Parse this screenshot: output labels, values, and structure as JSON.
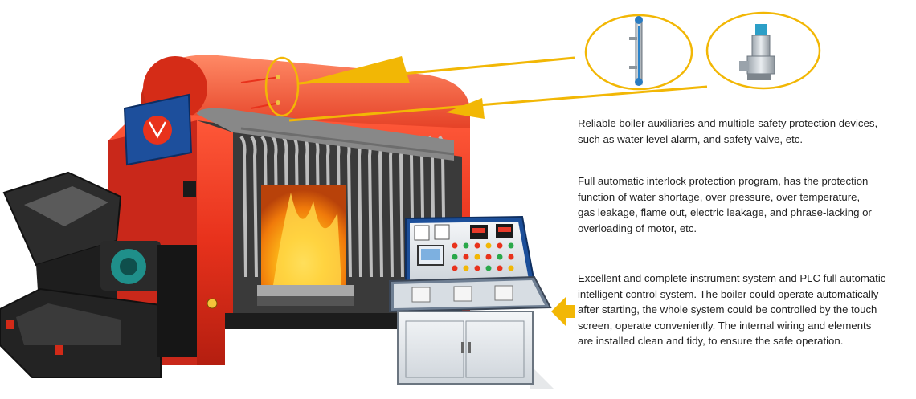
{
  "features": [
    {
      "text": "Reliable boiler auxiliaries and multiple safety protection devices,\nsuch as water level alarm, and safety valve, etc."
    },
    {
      "text": "Full automatic interlock protection program, has the protection\nfunction of water shortage, over pressure, over temperature,\ngas leakage, flame out, electric leakage, and phrase-lacking or\noverloading of motor, etc."
    },
    {
      "text": "Excellent and complete instrument system and PLC full automatic\nintelligent control system. The boiler could operate automatically\nafter starting, the whole system could be controlled by the touch\nscreen, operate conveniently. The internal wiring and elements\nare installed clean and tidy, to ensure the safe operation."
    }
  ],
  "colors": {
    "boiler_red": "#e8321c",
    "highlight_yellow": "#f2b705",
    "cabinet_blue": "#3a78c2",
    "flame_orange": "#f59a12"
  }
}
